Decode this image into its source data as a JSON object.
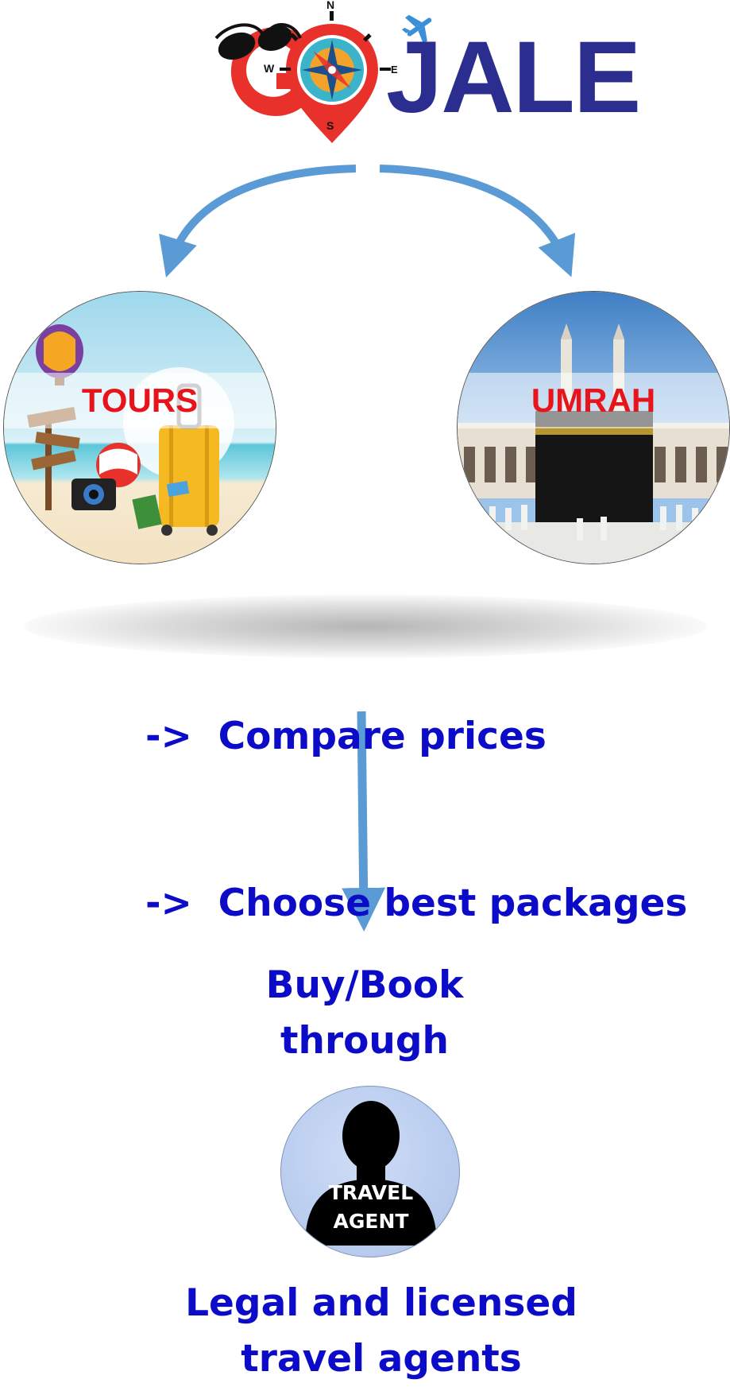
{
  "logo": {
    "letters_red": "G",
    "letters_blue": "JALE",
    "compass": {
      "n": "N",
      "s": "S",
      "e": "E",
      "w": "W"
    }
  },
  "left_node": {
    "label": "TOURS"
  },
  "right_node": {
    "label": "UMRAH"
  },
  "benefits": {
    "line1": "->  Compare prices",
    "line2": "->  Choose best packages"
  },
  "booking": {
    "line1": "Buy/Book",
    "line2": "through"
  },
  "agent_badge": {
    "line1": "TRAVEL",
    "line2": "AGENT"
  },
  "footer": {
    "line1": "Legal and licensed",
    "line2": "travel agents"
  },
  "colors": {
    "arrow": "#5b9bd5",
    "text_blue": "#0b0bc8",
    "brand_red": "#e8312a",
    "brand_navy": "#2b2e8f",
    "label_red": "#e8141b",
    "agent_circle": "#b9cdf0"
  }
}
